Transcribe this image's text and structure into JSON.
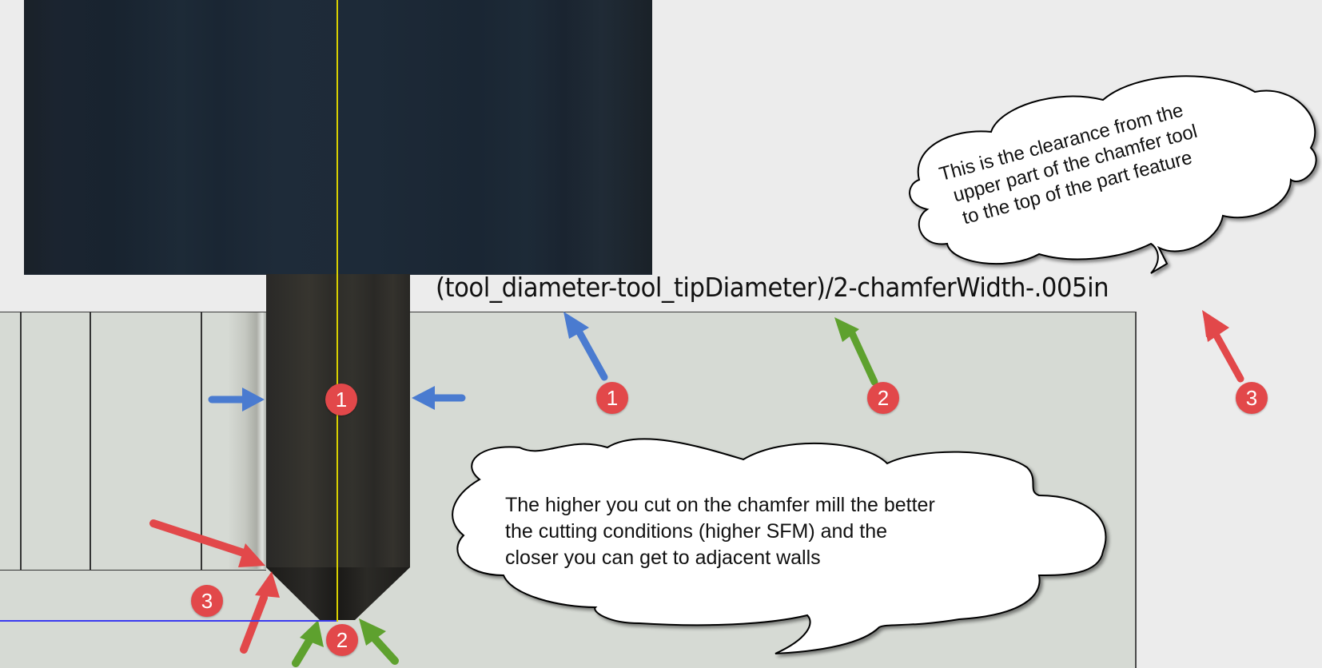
{
  "formula": {
    "text": "(tool_diameter-tool_tipDiameter)/2-chamferWidth-.005in"
  },
  "callouts": {
    "top_cloud": {
      "lines": [
        "This is the clearance from the",
        "upper part of the chamfer tool",
        "to the top of the part feature"
      ]
    },
    "bottom_cloud": {
      "lines": [
        "The higher you cut on the chamfer mill the better",
        "the cutting conditions (higher SFM) and the",
        "closer you can get to adjacent walls"
      ]
    }
  },
  "badges": [
    {
      "id": "1",
      "label": "1",
      "location": "on-shank"
    },
    {
      "id": "1b",
      "label": "1",
      "location": "formula-tool-diameter"
    },
    {
      "id": "2",
      "label": "2",
      "location": "formula-tip-diameter"
    },
    {
      "id": "2b",
      "label": "2",
      "location": "tool-tip"
    },
    {
      "id": "3",
      "label": "3",
      "location": "formula-offset"
    },
    {
      "id": "3b",
      "label": "3",
      "location": "chamfer-edge"
    }
  ],
  "colors": {
    "badge_red": "#e2484a",
    "arrow_blue": "#4a7bd0",
    "arrow_green": "#5ea12e",
    "arrow_red": "#e2484a",
    "centerline_yellow": "#d8d000",
    "reference_line_blue": "#3b3bf0",
    "tool_holder": "#1d2a37",
    "tool_shank": "#2f2e2a",
    "part_surface": "#d6dad4",
    "background": "#ececec"
  }
}
